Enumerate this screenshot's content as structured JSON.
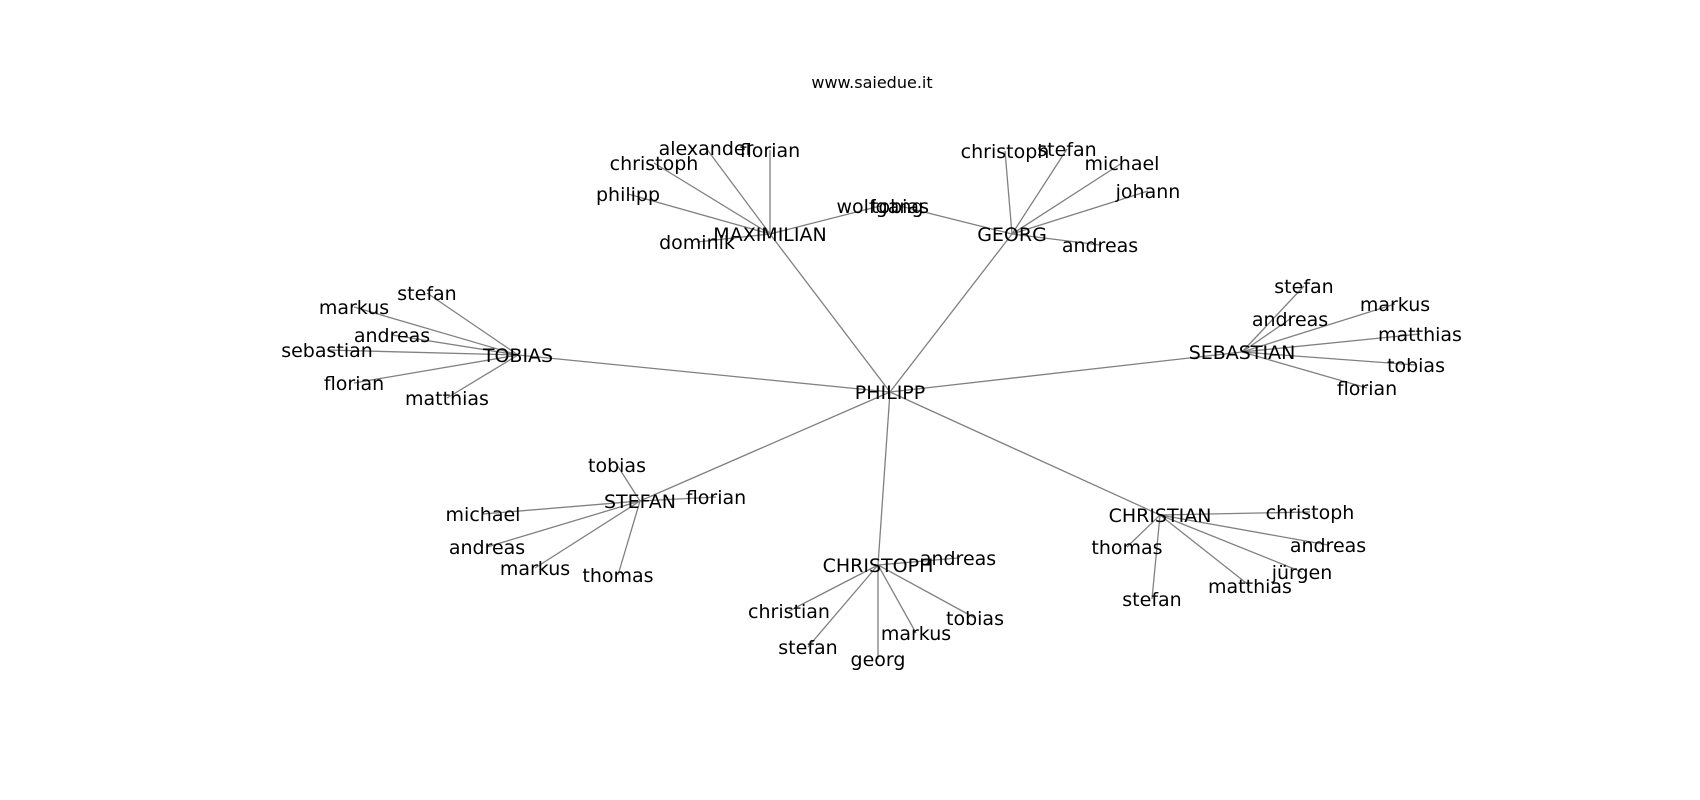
{
  "title": "www.saiedue.it",
  "graph": {
    "root": "PHILIPP",
    "hubs": [
      {
        "name": "MAXIMILIAN",
        "children": [
          "florian",
          "alexander",
          "christoph",
          "philipp",
          "dominik",
          "wolfgang"
        ]
      },
      {
        "name": "GEORG",
        "children": [
          "christoph",
          "stefan",
          "michael",
          "johann",
          "andreas",
          "tobias"
        ]
      },
      {
        "name": "TOBIAS",
        "children": [
          "stefan",
          "markus",
          "andreas",
          "sebastian",
          "florian",
          "matthias"
        ]
      },
      {
        "name": "SEBASTIAN",
        "children": [
          "stefan",
          "markus",
          "andreas",
          "matthias",
          "tobias",
          "florian"
        ]
      },
      {
        "name": "STEFAN",
        "children": [
          "tobias",
          "michael",
          "andreas",
          "markus",
          "thomas",
          "florian"
        ]
      },
      {
        "name": "CHRISTOPH",
        "children": [
          "andreas",
          "christian",
          "stefan",
          "georg",
          "markus",
          "tobias"
        ]
      },
      {
        "name": "CHRISTIAN",
        "children": [
          "christoph",
          "andreas",
          "thomas",
          "jürgen",
          "matthias",
          "stefan"
        ]
      }
    ]
  }
}
